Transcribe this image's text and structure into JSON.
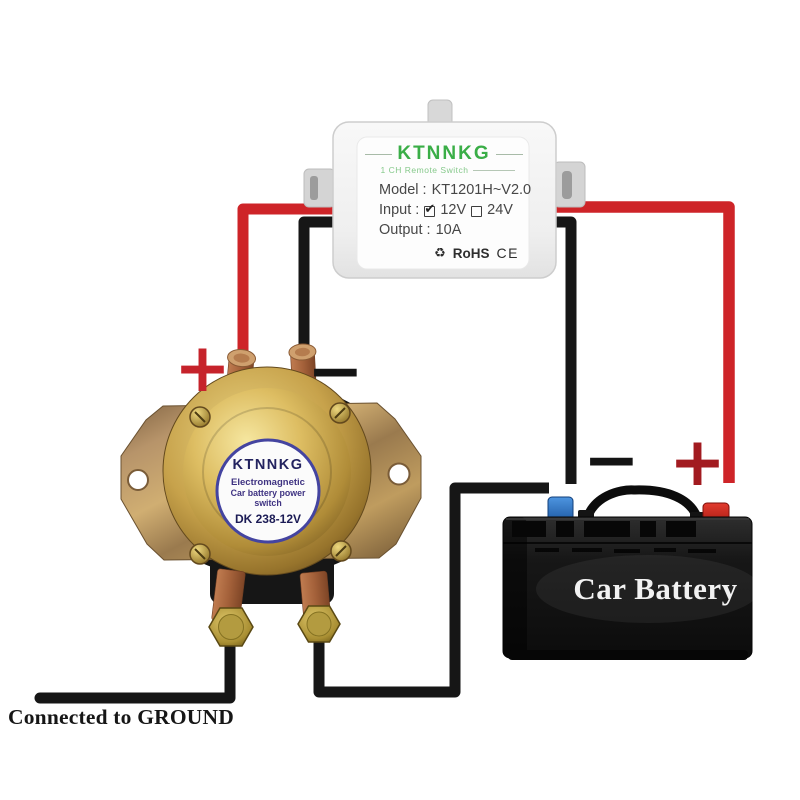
{
  "receiver": {
    "brand": "KTNNKG",
    "subtitle": "1 CH Remote Switch",
    "model_label": "Model :",
    "model_value": "KT1201H~V2.0",
    "input_label": "Input :",
    "option_12v": "12V",
    "option_24v": "24V",
    "check_mark": "✔",
    "output_label": "Output :",
    "output_value": "10A",
    "recycle_icon": "♻",
    "rohs_label": "RoHS",
    "ce_label": "CE"
  },
  "disconnect_switch": {
    "brand": "KTNNKG",
    "type_line1": "Electromagnetic",
    "type_line2": "Car battery power switch",
    "model": "DK 238-12V",
    "positive_symbol": "+",
    "negative_symbol": "−"
  },
  "battery": {
    "label": "Car Battery",
    "positive_symbol": "+",
    "negative_symbol": "−"
  },
  "ground_label": "Connected to GROUND",
  "colors": {
    "wire_red": "#ce2428",
    "wire_black": "#161616",
    "brand_green": "#3aae47",
    "switch_label_navy": "#23235f",
    "brass": "#c7a24b",
    "battery_case": "#121212",
    "battery_negative_terminal": "#2e7cc9",
    "battery_positive_terminal": "#d2281e"
  }
}
